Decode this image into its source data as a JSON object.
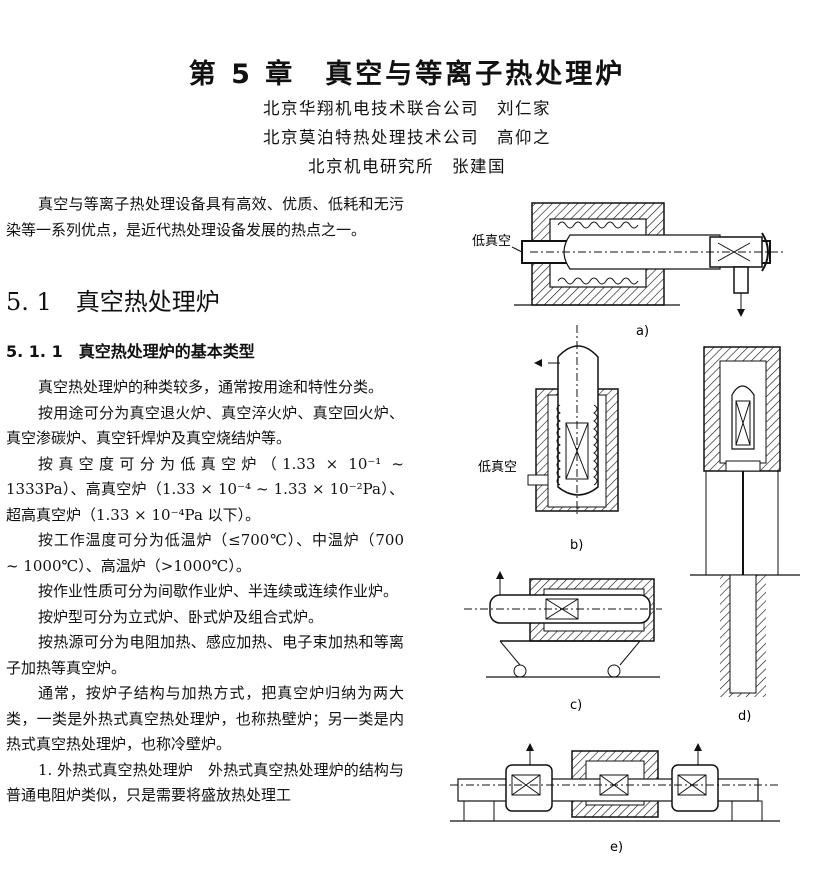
{
  "header": {
    "chapter_title": "第 5 章　真空与等离子热处理炉",
    "authors": [
      "北京华翔机电技术联合公司　刘仁家",
      "北京莫泊特热处理技术公司　高仰之",
      "北京机电研究所　张建国"
    ]
  },
  "intro": "真空与等离子热处理设备具有高效、优质、低耗和无污染等一系列优点，是近代热处理设备发展的热点之一。",
  "section": {
    "title": "5. 1　真空热处理炉"
  },
  "subsection": {
    "title": "5. 1. 1　真空热处理炉的基本类型"
  },
  "paragraphs": [
    "真空热处理炉的种类较多，通常按用途和特性分类。",
    "按用途可分为真空退火炉、真空淬火炉、真空回火炉、真空渗碳炉、真空钎焊炉及真空烧结炉等。",
    "按真空度可分为低真空炉（1.33 × 10⁻¹ ~ 1333Pa）、高真空炉（1.33 × 10⁻⁴ ~ 1.33 × 10⁻²Pa）、超高真空炉（1.33 × 10⁻⁴Pa 以下）。",
    "按工作温度可分为低温炉（≤700℃）、中温炉（700 ~ 1000℃）、高温炉（>1000℃）。",
    "按作业性质可分为间歇作业炉、半连续或连续作业炉。",
    "按炉型可分为立式炉、卧式炉及组合式炉。",
    "按热源可分为电阻加热、感应加热、电子束加热和等离子加热等真空炉。",
    "通常，按炉子结构与加热方式，把真空炉归纳为两大类，一类是外热式真空热处理炉，也称热壁炉；另一类是内热式真空热处理炉，也称冷壁炉。",
    "1. 外热式真空热处理炉　外热式真空热处理炉的结构与普通电阻炉类似，只是需要将盛放热处理工"
  ],
  "figure": {
    "label_vacuum_a": "低真空",
    "label_vacuum_b": "低真空",
    "captions": [
      "a)",
      "b)",
      "c)",
      "d)",
      "e)"
    ]
  }
}
